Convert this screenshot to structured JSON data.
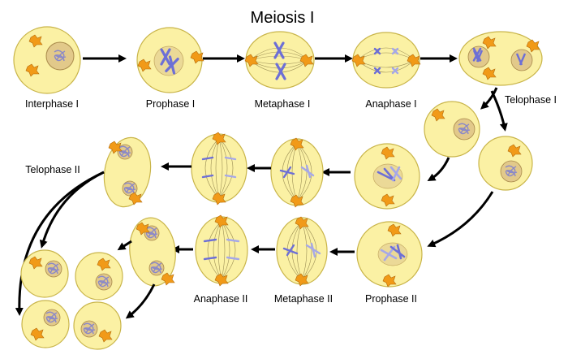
{
  "title": "Meiosis I",
  "stages": {
    "interphase_1": "Interphase I",
    "prophase_1": "Prophase I",
    "metaphase_1": "Metaphase I",
    "anaphase_1": "Anaphase I",
    "telophase_1": "Telophase I",
    "prophase_2": "Prophase II",
    "metaphase_2": "Metaphase II",
    "anaphase_2": "Anaphase II",
    "telophase_2": "Telophase II"
  },
  "colors": {
    "cell_fill": "#fbf1a4",
    "cell_stroke": "#c9b54a",
    "nucleus_fill": "#e2c98a",
    "nucleus_stroke": "#a8894a",
    "chromosome": "#6d6fd6",
    "chromosome_light": "#a6a8e8",
    "centrosome": "#f19a18",
    "spindle": "#9c8f55",
    "arrow": "#000000"
  },
  "icons": {
    "centrosome": "orange-centrosome-icon",
    "chromosome": "x-shaped-chromosome-icon",
    "arrow": "black-arrow-icon"
  }
}
